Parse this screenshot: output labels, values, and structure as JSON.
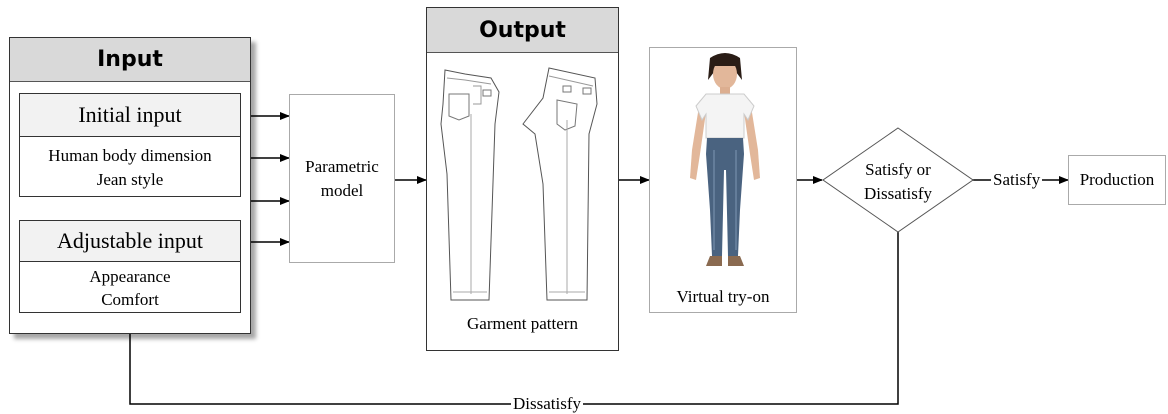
{
  "input": {
    "title": "Input",
    "initial": {
      "title": "Initial input",
      "line1": "Human body dimension",
      "line2": "Jean style"
    },
    "adjustable": {
      "title": "Adjustable input",
      "line1": "Appearance",
      "line2": "Comfort"
    }
  },
  "parametric": {
    "line1": "Parametric",
    "line2": "model"
  },
  "output": {
    "title": "Output",
    "caption": "Garment pattern"
  },
  "tryon": {
    "caption": "Virtual try-on"
  },
  "decision": {
    "line1": "Satisfy or",
    "line2": "Dissatisfy"
  },
  "satisfy_label": "Satisfy",
  "production": "Production",
  "dissatisfy_label": "Dissatisfy"
}
